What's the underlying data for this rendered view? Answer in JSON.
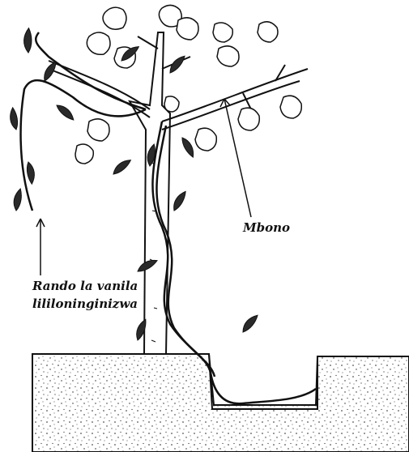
{
  "labels": {
    "mbono": "Mbono",
    "vanilla_line1": "Rando la vanila",
    "vanilla_line2": "lililoninginizwa"
  }
}
